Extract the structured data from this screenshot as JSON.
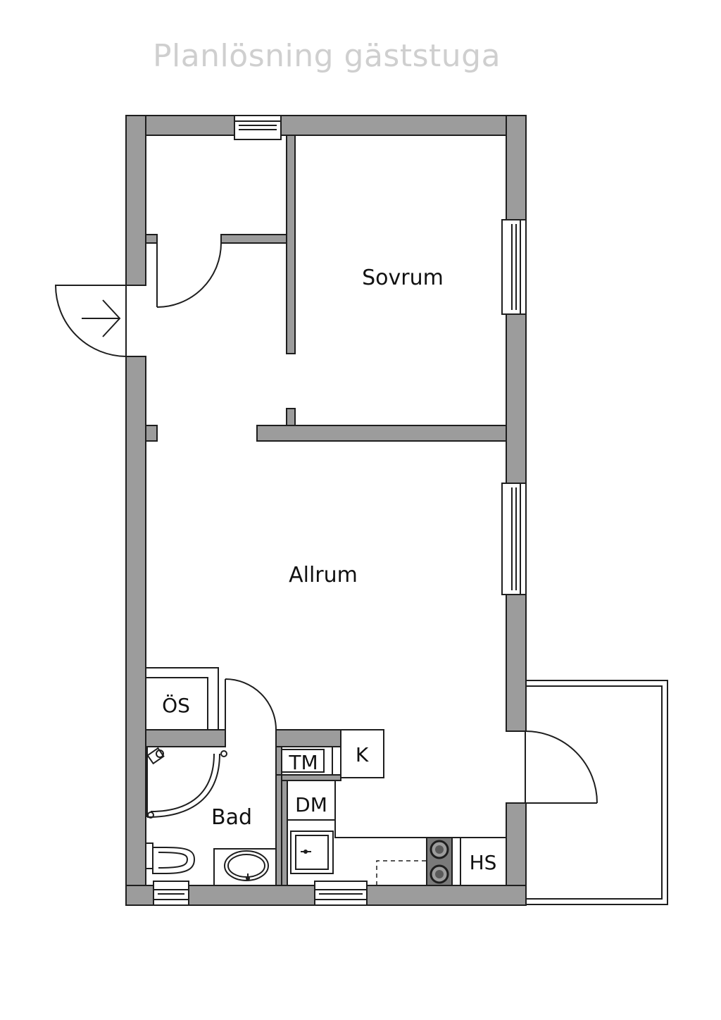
{
  "title": "Planlösning gäststuga",
  "rooms": {
    "sovrum": "Sovrum",
    "allrum": "Allrum",
    "bad": "Bad"
  },
  "fixtures": {
    "os": "ÖS",
    "tm": "TM",
    "k": "K",
    "dm": "DM",
    "hs": "HS"
  },
  "colors": {
    "wall_fill": "#9c9c9c",
    "line": "#1e1e1e",
    "title": "#cfcfcf"
  }
}
